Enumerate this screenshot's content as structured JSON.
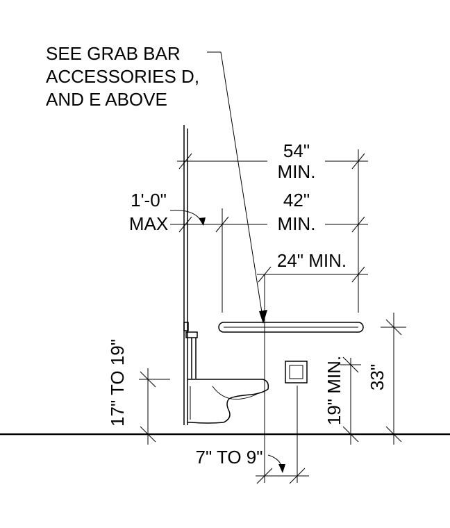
{
  "labels": {
    "callout": [
      "SEE GRAB BAR",
      "ACCESSORIES D,",
      "AND E ABOVE"
    ],
    "dim_54": [
      "54\"",
      "MIN."
    ],
    "dim_42": [
      "42\"",
      "MIN."
    ],
    "dim_12": [
      "1'-0\"",
      "MAX"
    ],
    "dim_24": "24\" MIN.",
    "dim_seat": "17\" TO 19\"",
    "dim_19": "19\" MIN.",
    "dim_33": "33\"",
    "dim_7to9": "7\" TO 9\""
  }
}
